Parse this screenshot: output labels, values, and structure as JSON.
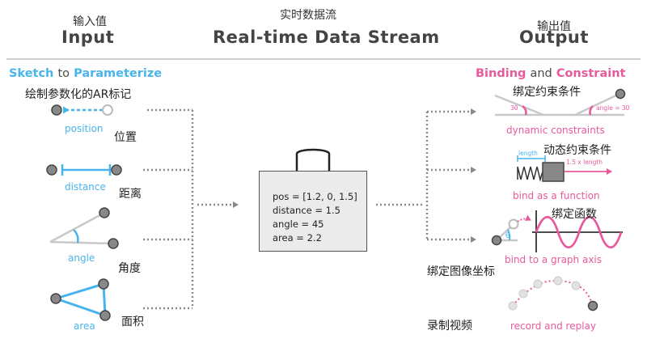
{
  "header": {
    "input_cn": "输入值",
    "input_en": "Input",
    "stream_cn": "实时数据流",
    "stream_en": "Real-time Data Stream",
    "output_cn": "输出值",
    "output_en": "Output"
  },
  "left": {
    "title_part1": "Sketch",
    "title_part2": "to",
    "title_part3": "Parameterize",
    "subtitle_cn": "绘制参数化的AR标记",
    "items": [
      {
        "label_en": "position",
        "label_cn": "位置"
      },
      {
        "label_en": "distance",
        "label_cn": "距离"
      },
      {
        "label_en": "angle",
        "label_cn": "角度"
      },
      {
        "label_en": "area",
        "label_cn": "面积"
      }
    ]
  },
  "center": {
    "lines": [
      "pos = [1.2, 0, 1.5]",
      "distance  = 1.5",
      "angle = 45",
      "area = 2.2"
    ]
  },
  "right": {
    "title_part1": "Binding",
    "title_part2": "and",
    "title_part3": "Constraint",
    "items": [
      {
        "label_cn": "绑定约束条件",
        "label_en": "dynamic constraints",
        "angle_left": "30",
        "angle_right": "angle = 30"
      },
      {
        "label_cn": "动态约束条件",
        "label_en": "bind as a function",
        "length_label": "length",
        "formula": "1.5 x length"
      },
      {
        "label_cn": "绑定函数",
        "label_en": "bind to a graph axis",
        "theta": "θ"
      },
      {
        "label_cn": "绑定图像坐标",
        "label_en": "record and replay",
        "extra_cn": "录制视频"
      }
    ]
  },
  "colors": {
    "blue": "#48b4ee",
    "pink": "#e85a9c",
    "gray": "#7a7a7a",
    "dark": "#555555"
  }
}
